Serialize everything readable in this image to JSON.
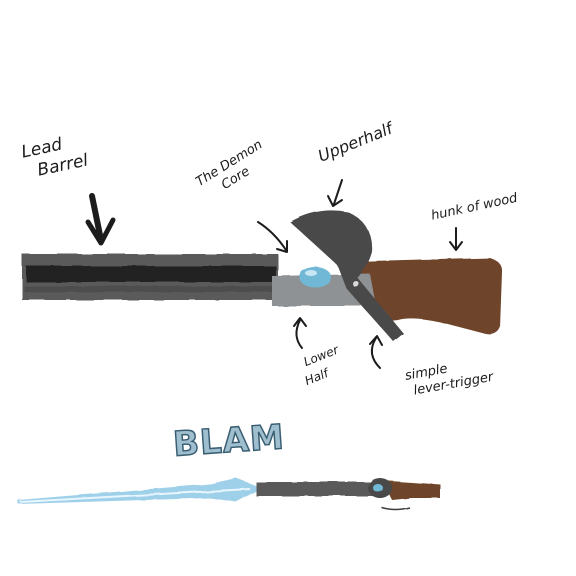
{
  "labels": {
    "lead_barrel": [
      "Lead",
      "Barrel"
    ],
    "demon_core": [
      "The Demon",
      "Core"
    ],
    "upper_half": "Upperhalf",
    "hunk_of_wood": "hunk of wood",
    "lower_half": [
      "Lower",
      "Half"
    ],
    "lever_trigger": [
      "simple",
      "lever-trigger"
    ]
  },
  "sound_effect": "BLAM",
  "colors": {
    "barrel_outer": "#5a5a5a",
    "barrel_core": "#222222",
    "lower_body": "#8e9294",
    "upper_half": "#4a4a4a",
    "wood": "#6e4529",
    "demon_core": "#6fb8d6",
    "blast": "#9fd0ea"
  }
}
